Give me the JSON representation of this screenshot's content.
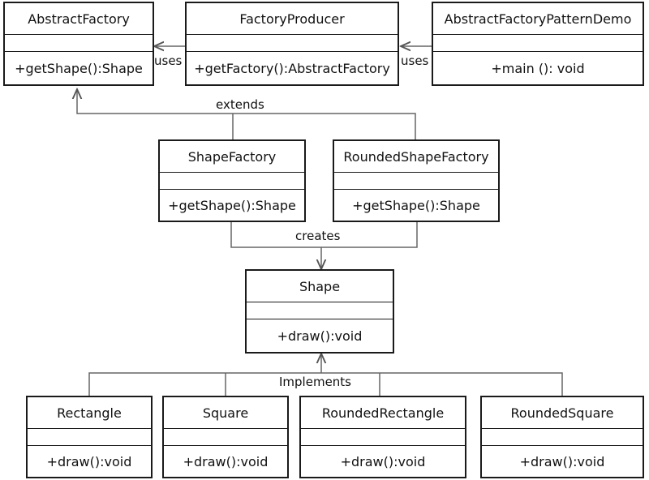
{
  "classes": {
    "abstract_factory": {
      "name": "AbstractFactory",
      "op": "+getShape():Shape"
    },
    "factory_producer": {
      "name": "FactoryProducer",
      "op": "+getFactory():AbstractFactory"
    },
    "demo": {
      "name": "AbstractFactoryPatternDemo",
      "op": "+main (): void"
    },
    "shape_factory": {
      "name": "ShapeFactory",
      "op": "+getShape():Shape"
    },
    "rounded_shape_factory": {
      "name": "RoundedShapeFactory",
      "op": "+getShape():Shape"
    },
    "shape": {
      "name": "Shape",
      "op": "+draw():void"
    },
    "rectangle": {
      "name": "Rectangle",
      "op": "+draw():void"
    },
    "square": {
      "name": "Square",
      "op": "+draw():void"
    },
    "rounded_rectangle": {
      "name": "RoundedRectangle",
      "op": "+draw():void"
    },
    "rounded_square": {
      "name": "RoundedSquare",
      "op": "+draw():void"
    }
  },
  "labels": {
    "uses_1": "uses",
    "uses_2": "uses",
    "extends": "extends",
    "creates": "creates",
    "implements": "Implements"
  }
}
